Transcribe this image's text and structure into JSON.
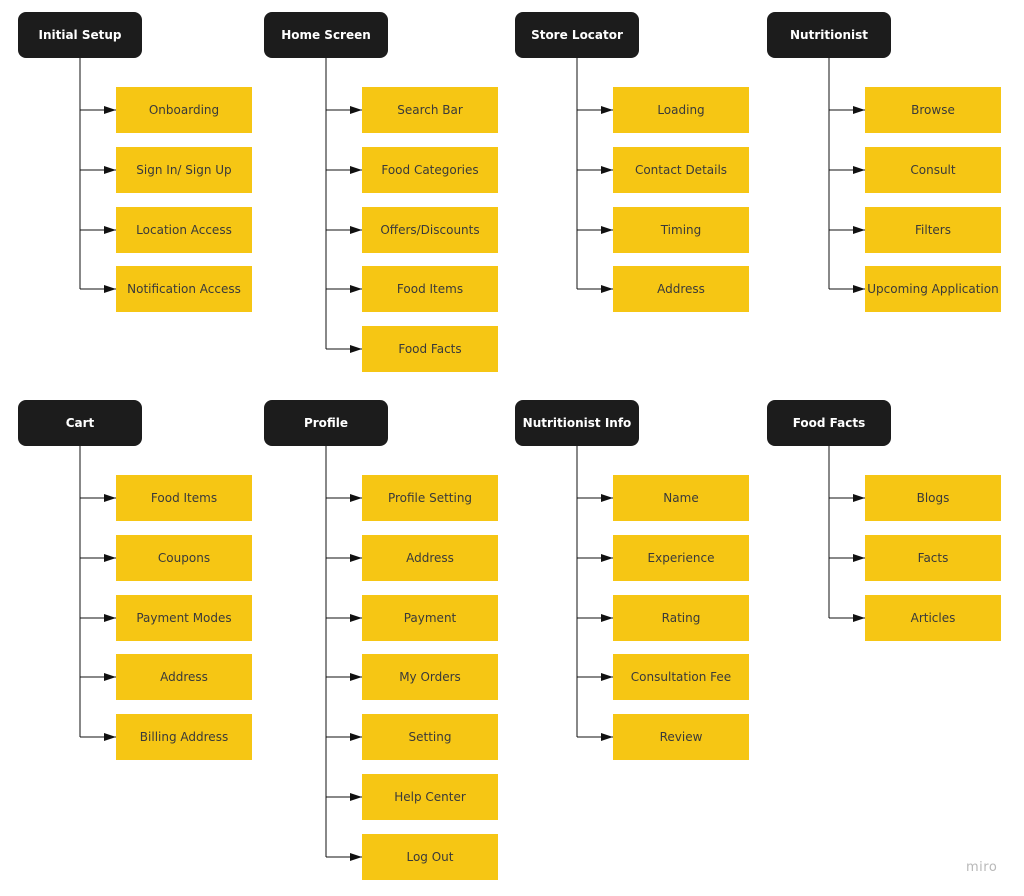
{
  "brand": {
    "watermark": "miro"
  },
  "colors": {
    "header_bg": "#1c1c1c",
    "item_bg": "#f6c614",
    "line": "#111111"
  },
  "groups": [
    {
      "title": "Initial Setup",
      "items": [
        "Onboarding",
        "Sign In/ Sign Up",
        "Location Access",
        "Notification Access"
      ]
    },
    {
      "title": "Home Screen",
      "items": [
        "Search Bar",
        "Food Categories",
        "Offers/Discounts",
        "Food Items",
        "Food Facts"
      ]
    },
    {
      "title": "Store Locator",
      "items": [
        "Loading",
        "Contact Details",
        "Timing",
        "Address"
      ]
    },
    {
      "title": "Nutritionist",
      "items": [
        "Browse",
        "Consult",
        "Filters",
        "Upcoming Application"
      ]
    },
    {
      "title": "Cart",
      "items": [
        "Food Items",
        "Coupons",
        "Payment Modes",
        "Address",
        "Billing Address"
      ]
    },
    {
      "title": "Profile",
      "items": [
        "Profile Setting",
        "Address",
        "Payment",
        "My Orders",
        "Setting",
        "Help Center",
        "Log Out"
      ]
    },
    {
      "title": "Nutritionist Info",
      "items": [
        "Name",
        "Experience",
        "Rating",
        "Consultation Fee",
        "Review"
      ]
    },
    {
      "title": "Food Facts",
      "items": [
        "Blogs",
        "Facts",
        "Articles"
      ]
    }
  ]
}
